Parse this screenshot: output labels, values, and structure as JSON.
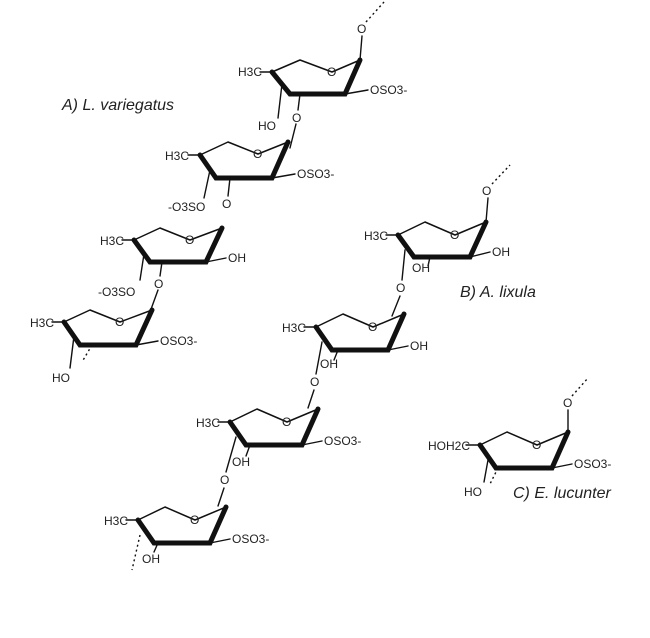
{
  "captions": {
    "a": "A) L. variegatus",
    "b": "B) A. lixula",
    "c": "C) E. lucunter"
  },
  "groups": {
    "ch3": "H3C",
    "ho": "HO",
    "oh": "OH",
    "oso3": "OSO3-",
    "o3so": "-O3SO",
    "hoh2c": "HOH2C",
    "ring_o": "O",
    "link_o": "O"
  }
}
